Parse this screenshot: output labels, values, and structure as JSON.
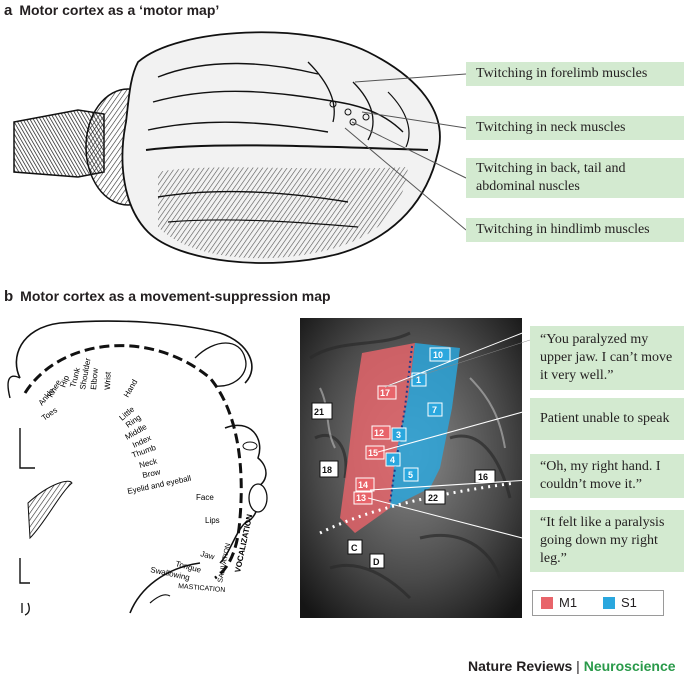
{
  "panel_a": {
    "letter": "a",
    "title": "Motor cortex as a ‘motor map’",
    "callouts": [
      "Twitching in forelimb muscles",
      "Twitching in neck muscles",
      "Twitching in back, tail and abdominal nuscles",
      "Twitching in hindlimb muscles"
    ]
  },
  "panel_b": {
    "letter": "b",
    "title": "Motor cortex as a movement-suppression map",
    "homunculus_labels": [
      "Toes",
      "Ankle",
      "Knee",
      "Hip",
      "Trunk",
      "Shoulder",
      "Elbow",
      "Wrist",
      "Hand",
      "Little",
      "Ring",
      "Middle",
      "Index",
      "Thumb",
      "Neck",
      "Brow",
      "Eyelid and eyeball",
      "Face",
      "Lips",
      "Jaw",
      "Tongue",
      "Swallowing",
      "VOCALIZATION",
      "SALIVATION",
      "MASTICATION"
    ],
    "photo_numbers": [
      "10",
      "1",
      "17",
      "7",
      "12",
      "3",
      "15",
      "4",
      "14",
      "5",
      "13",
      "16",
      "18",
      "21",
      "22",
      "C",
      "D"
    ],
    "quotes": [
      "“You paralyzed my upper jaw. I can’t move it very well.”",
      "Patient unable to speak",
      "“Oh, my right hand. I couldn’t move it.”",
      "“It felt like a paralysis going down my right leg.”"
    ],
    "legend": [
      {
        "label": "M1",
        "color": "#e8646a"
      },
      {
        "label": "S1",
        "color": "#2aa7de"
      }
    ]
  },
  "footer": {
    "journal": "Nature Reviews",
    "separator": "|",
    "section": "Neuroscience"
  }
}
